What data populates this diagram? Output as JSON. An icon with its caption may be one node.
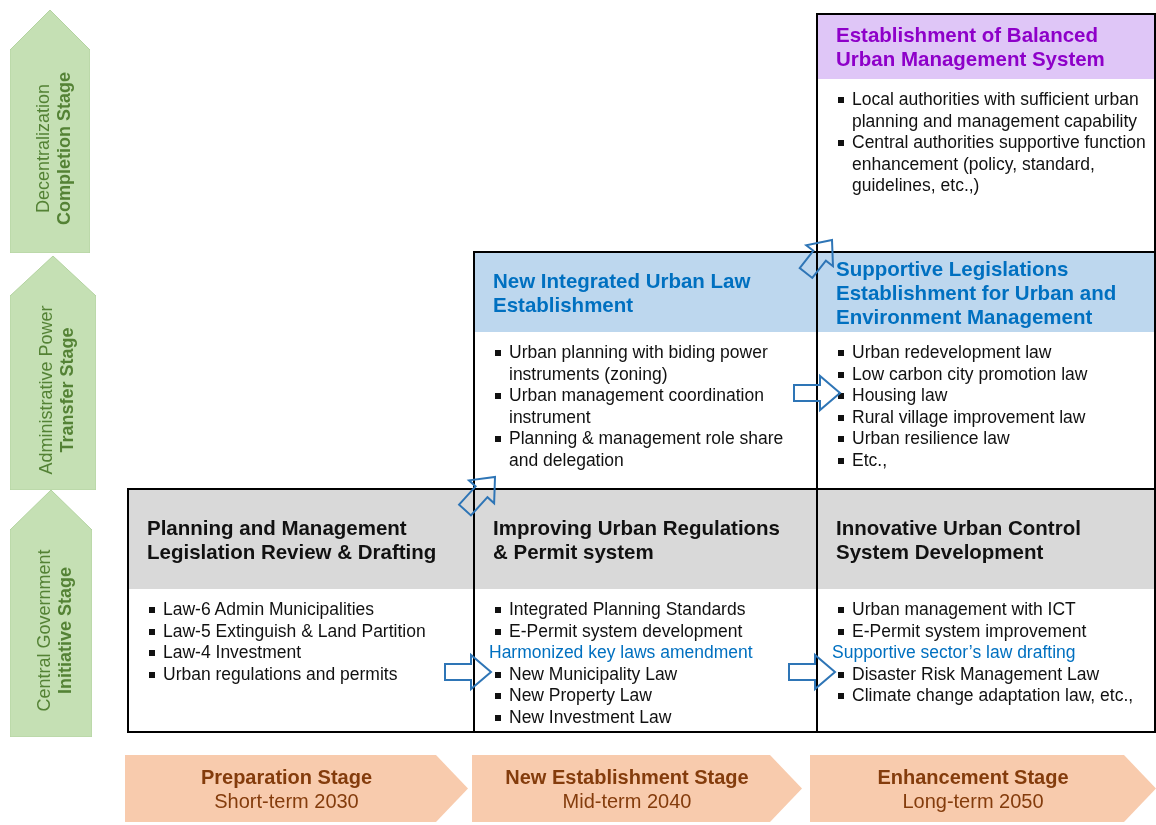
{
  "diagram": {
    "nodes": [
      {
        "text": [
          "Decentralization",
          "Completion Stage"
        ]
      },
      {
        "text": [
          "Administrative Power",
          "Transfer Stage"
        ]
      },
      {
        "text": [
          "Central Government",
          "Initiative Stage"
        ]
      },
      {
        "text": [
          "Establishment of Balanced Urban Management System",
          "Local authorities with sufficient urban planning and management capability",
          "Central authorities supportive function enhancement (policy, standard, guidelines, etc.,)"
        ]
      },
      {
        "text": [
          "New Integrated Urban Law Establishment",
          "Urban planning with biding power instruments (zoning)",
          "Urban management coordination instrument",
          "Planning & management role share and delegation"
        ]
      },
      {
        "text": [
          "Supportive Legislations Establishment for Urban and Environment Management",
          "Urban redevelopment law",
          "Low carbon city promotion law",
          "Housing law",
          "Rural village improvement law",
          "Urban resilience law",
          "Etc.,"
        ]
      },
      {
        "text": [
          "Planning and Management Legislation Review & Drafting",
          "Law-6 Admin Municipalities",
          "Law-5 Extinguish & Land Partition",
          "Law-4 Investment",
          "Urban regulations and permits"
        ]
      },
      {
        "text": [
          "Improving Urban Regulations & Permit system",
          "Integrated Planning Standards",
          "E-Permit system development",
          "Harmonized key laws amendment",
          "New Municipality Law",
          "New Property Law",
          "New Investment Law"
        ]
      },
      {
        "text": [
          "Innovative Urban Control System Development",
          "Urban management with ICT",
          "E-Permit system improvement",
          "Supportive sector’s law drafting",
          "Disaster Risk Management Law",
          "Climate change adaptation law, etc.,"
        ]
      },
      {
        "text": [
          "Preparation Stage",
          "Short-term 2030"
        ]
      },
      {
        "text": [
          "New Establishment Stage",
          "Mid-term 2040"
        ]
      },
      {
        "text": [
          "Enhancement Stage",
          "Long-term 2050"
        ]
      }
    ],
    "edges": [
      {
        "from": 6,
        "to": 7,
        "arrow": "to"
      },
      {
        "from": 7,
        "to": 8,
        "arrow": "to"
      },
      {
        "from": 4,
        "to": 5,
        "arrow": "to"
      },
      {
        "from": 6,
        "to": 4,
        "arrow": "to"
      },
      {
        "from": 4,
        "to": 3,
        "arrow": "to"
      }
    ]
  }
}
